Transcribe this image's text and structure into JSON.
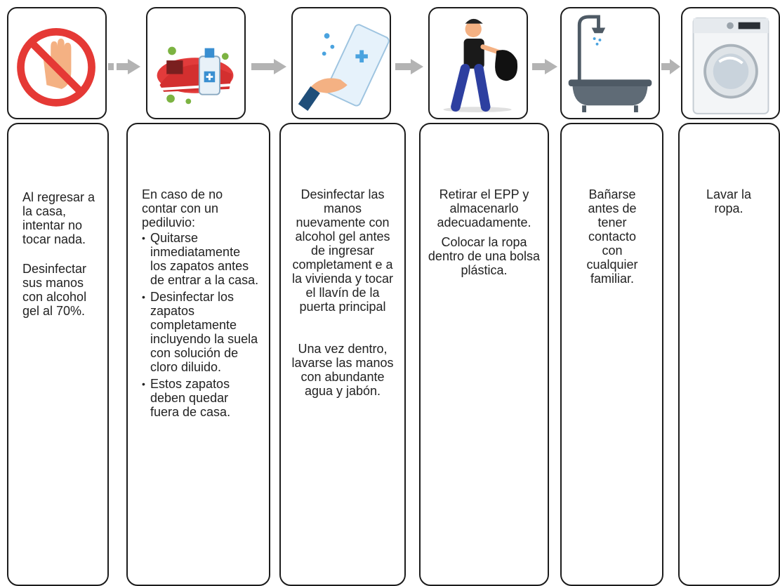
{
  "steps": [
    {
      "icon": "no-touch-hand-icon",
      "paragraphs": [
        "Al regresar a la casa, intentar no tocar nada.",
        "Desinfectar sus manos con alcohol gel al 70%."
      ]
    },
    {
      "icon": "shoes-disinfect-icon",
      "intro": "En caso de no contar con un pediluvio:",
      "bullets": [
        "Quitarse inmediatamente los zapatos antes de entrar a la casa.",
        "Desinfectar los zapatos completamente incluyendo la suela con solución de cloro diluido.",
        "Estos zapatos deben quedar fuera de casa."
      ]
    },
    {
      "icon": "hand-sanitizer-icon",
      "paragraphs": [
        "Desinfectar las manos nuevamente con alcohol gel antes de ingresar completament e a la vivienda y tocar el llavín de la puerta principal",
        "Una vez dentro, lavarse las manos con abundante agua y  jabón."
      ]
    },
    {
      "icon": "person-trash-bag-icon",
      "paragraphs": [
        "Retirar el EPP y almacenarlo adecuadamente.",
        "Colocar la ropa dentro de una bolsa plástica."
      ]
    },
    {
      "icon": "shower-bathtub-icon",
      "paragraphs": [
        "Bañarse antes de tener contacto con cualquier familiar."
      ]
    },
    {
      "icon": "washing-machine-icon",
      "paragraphs": [
        "Lavar la ropa."
      ]
    }
  ],
  "colors": {
    "border": "#1c1c1c",
    "arrow": "#b3b3b3",
    "prohibit_red": "#e53935",
    "hand": "#f4b183"
  }
}
